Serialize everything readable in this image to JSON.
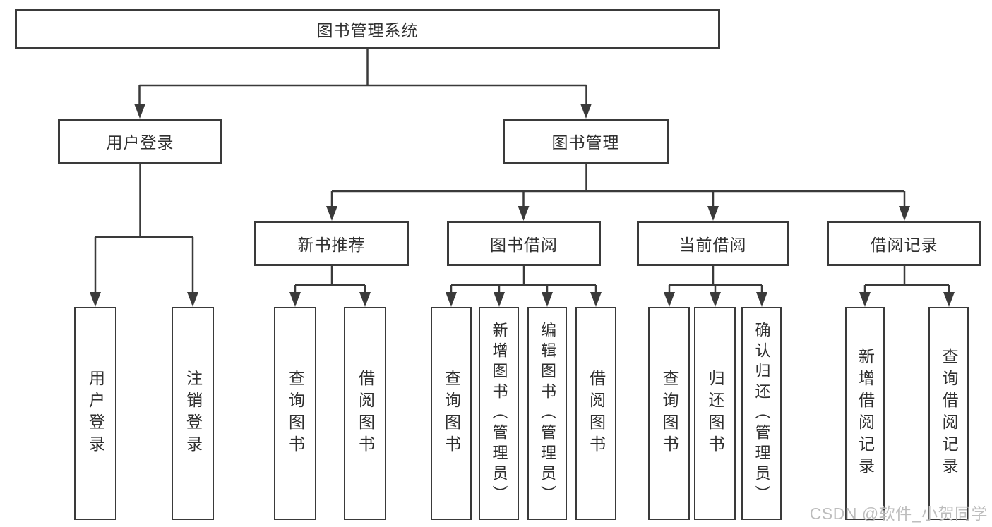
{
  "tree": {
    "root": {
      "label": "图书管理系统"
    },
    "branches": [
      {
        "label": "用户登录",
        "children": [
          {
            "label": "用户登录"
          },
          {
            "label": "注销登录"
          }
        ]
      },
      {
        "label": "图书管理",
        "children": [
          {
            "label": "新书推荐",
            "children": [
              {
                "label": "查询图书"
              },
              {
                "label": "借阅图书"
              }
            ]
          },
          {
            "label": "图书借阅",
            "children": [
              {
                "label": "查询图书"
              },
              {
                "label": "新增图书（管理员）"
              },
              {
                "label": "编辑图书（管理员）"
              },
              {
                "label": "借阅图书"
              }
            ]
          },
          {
            "label": "当前借阅",
            "children": [
              {
                "label": "查询图书"
              },
              {
                "label": "归还图书"
              },
              {
                "label": "确认归还（管理员）"
              }
            ]
          },
          {
            "label": "借阅记录",
            "children": [
              {
                "label": "新增借阅记录"
              },
              {
                "label": "查询借阅记录"
              }
            ]
          }
        ]
      }
    ]
  },
  "watermark": "CSDN @软件_小贺同学",
  "colors": {
    "line": "#3a3a3a",
    "text": "#2f2f2f",
    "watermark": "#bdbdbd",
    "background": "#ffffff"
  }
}
